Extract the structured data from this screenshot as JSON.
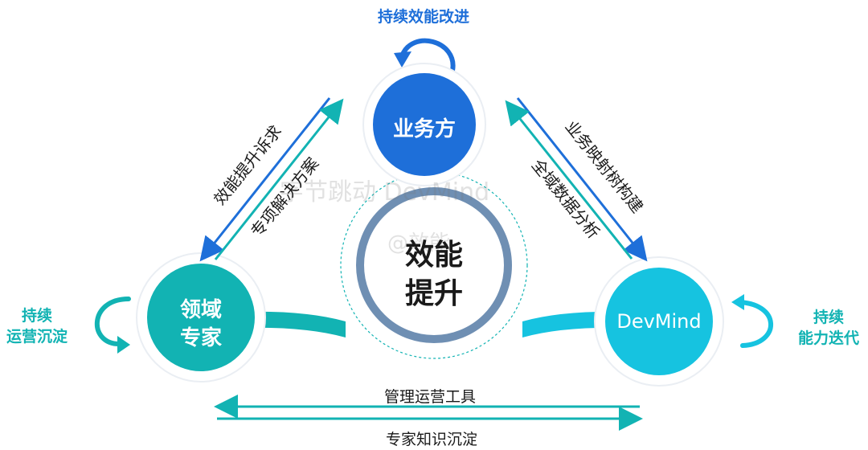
{
  "top_label": "持续效能改进",
  "nodes": {
    "business": "业务方",
    "expert_line1": "领域",
    "expert_line2": "专家",
    "devmind": "DevMind",
    "center_line1": "效能",
    "center_line2": "提升"
  },
  "left_edge": {
    "outer": "效能提升诉求",
    "inner": "专项解决方案"
  },
  "right_edge": {
    "outer": "业务映射树构建",
    "inner": "全域数据分析"
  },
  "bottom_edge": {
    "top": "管理运营工具",
    "bottom": "专家知识沉淀"
  },
  "side_labels": {
    "left_line1": "持续",
    "left_line2": "运营沉淀",
    "right_line1": "持续",
    "right_line2": "能力迭代"
  },
  "watermark": {
    "line1": "字节跳动 DevMind",
    "line2": "@效能"
  },
  "colors": {
    "blue": "#1e6fd9",
    "teal": "#12b3b3",
    "cyan": "#16c3e0",
    "center_ring": "#6f8fb3"
  }
}
